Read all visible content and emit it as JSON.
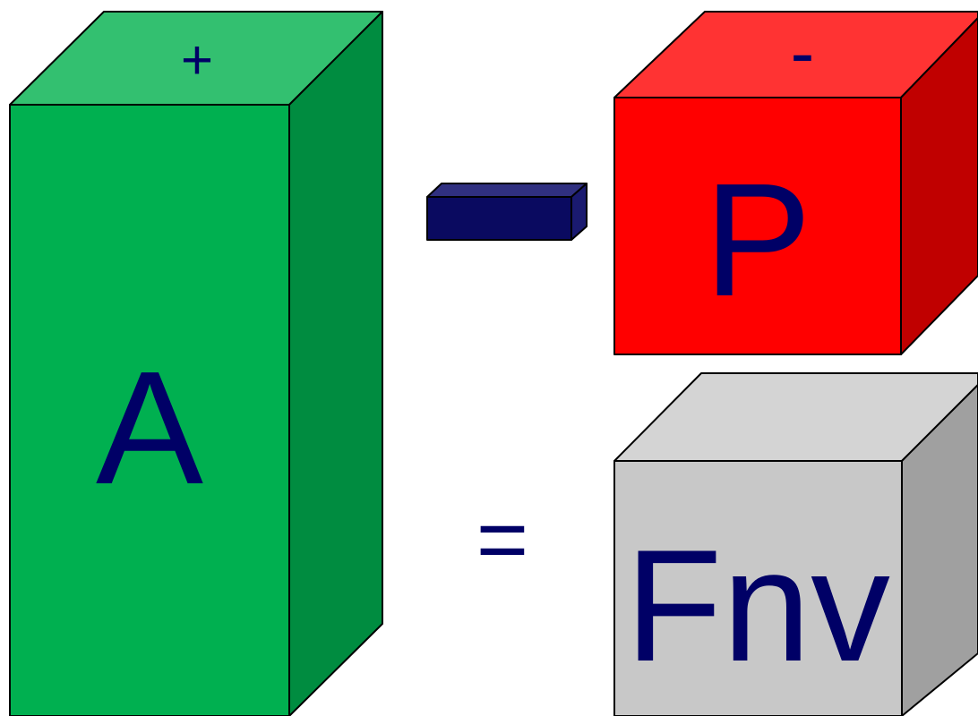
{
  "boxes": {
    "a": {
      "label": "A",
      "top_label": "+",
      "colors": {
        "front": "#00B050",
        "top": "#33C070",
        "side": "#008C40"
      }
    },
    "p": {
      "label": "P",
      "top_label": "-",
      "colors": {
        "front": "#FF0000",
        "top": "#FF3333",
        "side": "#C00000"
      }
    },
    "fnv": {
      "label": "Fnv",
      "colors": {
        "front": "#C8C8C8",
        "top": "#D4D4D4",
        "side": "#A0A0A0"
      }
    }
  },
  "operators": {
    "minus_bar": {
      "colors": {
        "front": "#0A0A60",
        "top": "#303080",
        "side": "#1A1A70"
      }
    },
    "equals": "="
  },
  "label_color": "#000066"
}
